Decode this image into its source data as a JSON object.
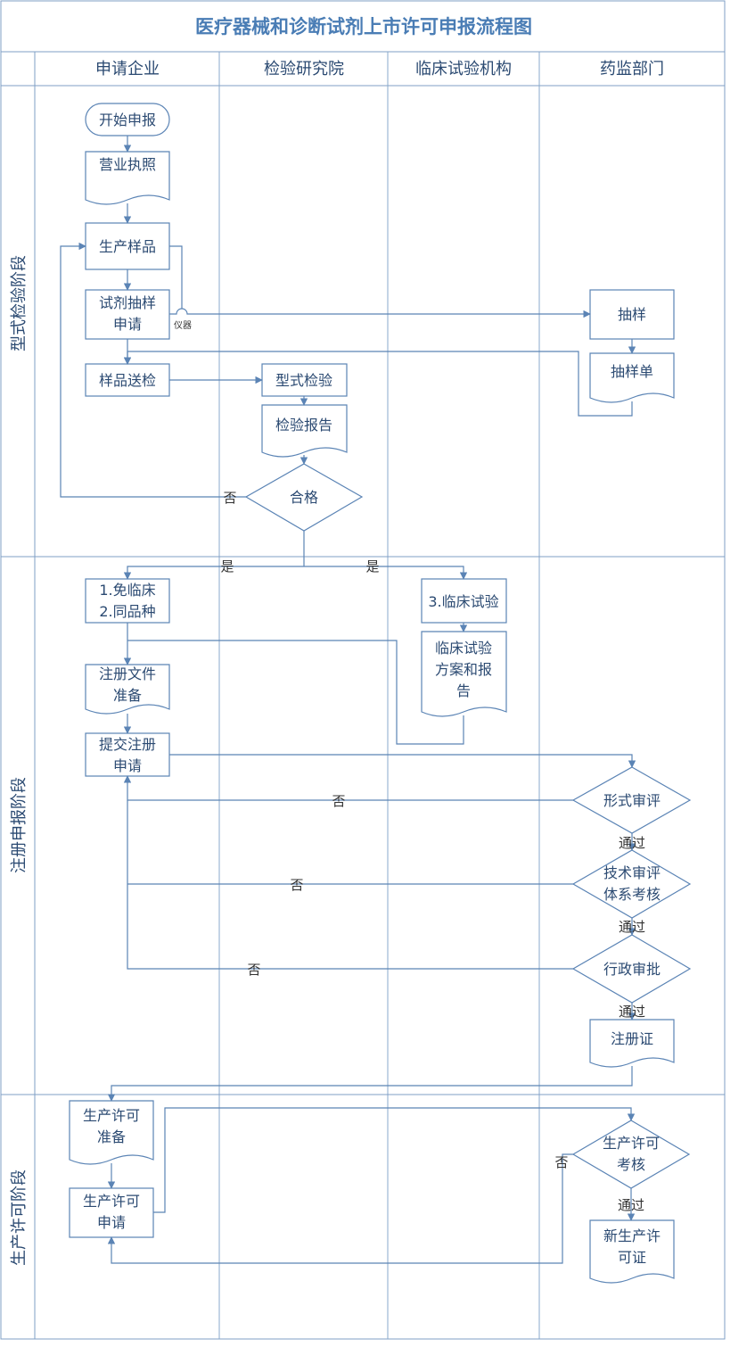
{
  "title": "医疗器械和诊断试剂上市许可申报流程图",
  "lanes": [
    "申请企业",
    "检验研究院",
    "临床试验机构",
    "药监部门"
  ],
  "phases": [
    "型式检验阶段",
    "注册申报阶段",
    "生产许可阶段"
  ],
  "nodes": {
    "start": "开始申报",
    "license": "营业执照",
    "produce_sample": "生产样品",
    "sampling_apply": [
      "试剂抽样",
      "申请"
    ],
    "send_sample": "样品送检",
    "type_test": "型式检验",
    "test_report": "检验报告",
    "qualified": "合格",
    "sampling": "抽样",
    "sampling_sheet": "抽样单",
    "exempt": [
      "1.免临床",
      "2.同品种"
    ],
    "clinical_trial": "3.临床试验",
    "clinical_plan": [
      "临床试验",
      "方案和报",
      "告"
    ],
    "reg_docs": [
      "注册文件",
      "准备"
    ],
    "submit_reg": [
      "提交注册",
      "申请"
    ],
    "formal_review": "形式审评",
    "tech_review": [
      "技术审评",
      "体系考核"
    ],
    "admin_approval": "行政审批",
    "reg_cert": "注册证",
    "prod_prep": [
      "生产许可",
      "准备"
    ],
    "prod_apply": [
      "生产许可",
      "申请"
    ],
    "prod_assess": [
      "生产许可",
      "考核"
    ],
    "new_license": [
      "新生产许",
      "可证"
    ]
  },
  "labels": {
    "no": "否",
    "yes": "是",
    "pass": "通过",
    "instrument": "仪器"
  }
}
